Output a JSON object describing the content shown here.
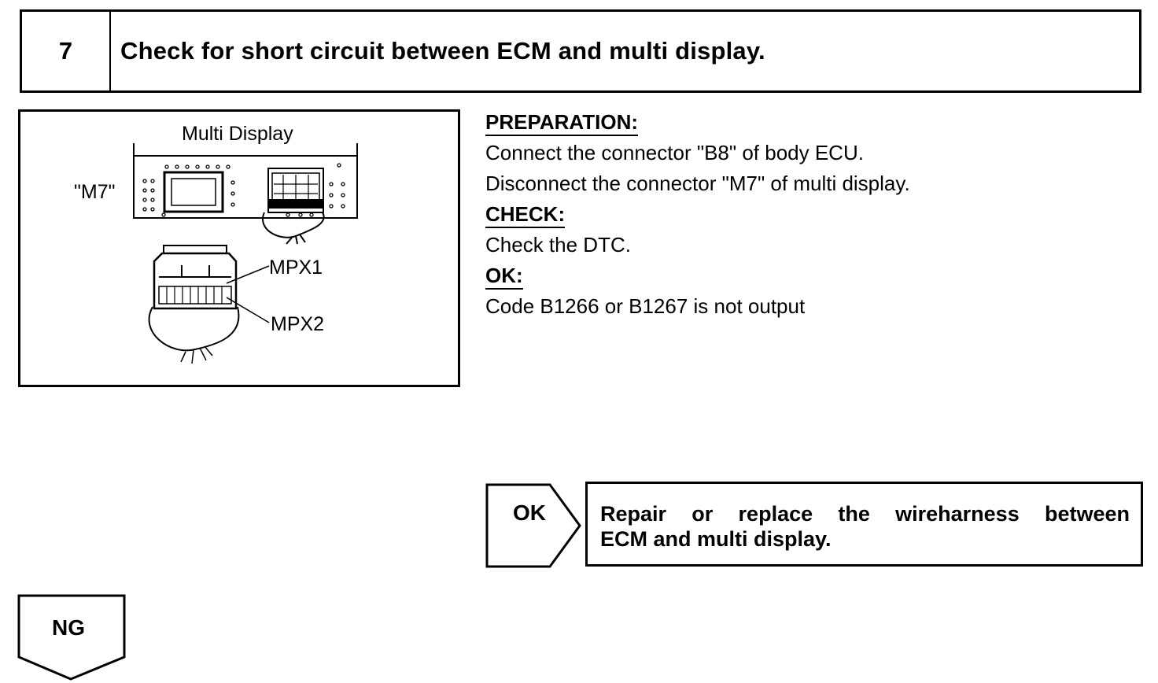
{
  "step": {
    "number": "7",
    "title": "Check for short circuit between ECM and multi display."
  },
  "figure": {
    "title": "Multi Display",
    "connector_label": "\"M7\"",
    "pin1_label": "MPX1",
    "pin2_label": "MPX2"
  },
  "instructions": {
    "preparation_heading": "PREPARATION:",
    "preparation_line1": "Connect the connector \"B8\" of body ECU.",
    "preparation_line2": "Disconnect the connector \"M7\" of multi display.",
    "check_heading": "CHECK:",
    "check_line1": "Check the DTC.",
    "ok_heading": "OK:",
    "ok_line1": "Code B1266 or B1267 is not output"
  },
  "result_ok": {
    "label": "OK",
    "line1": "Repair or replace the wireharness between",
    "line2": "ECM and multi display."
  },
  "result_ng": {
    "label": "NG"
  }
}
